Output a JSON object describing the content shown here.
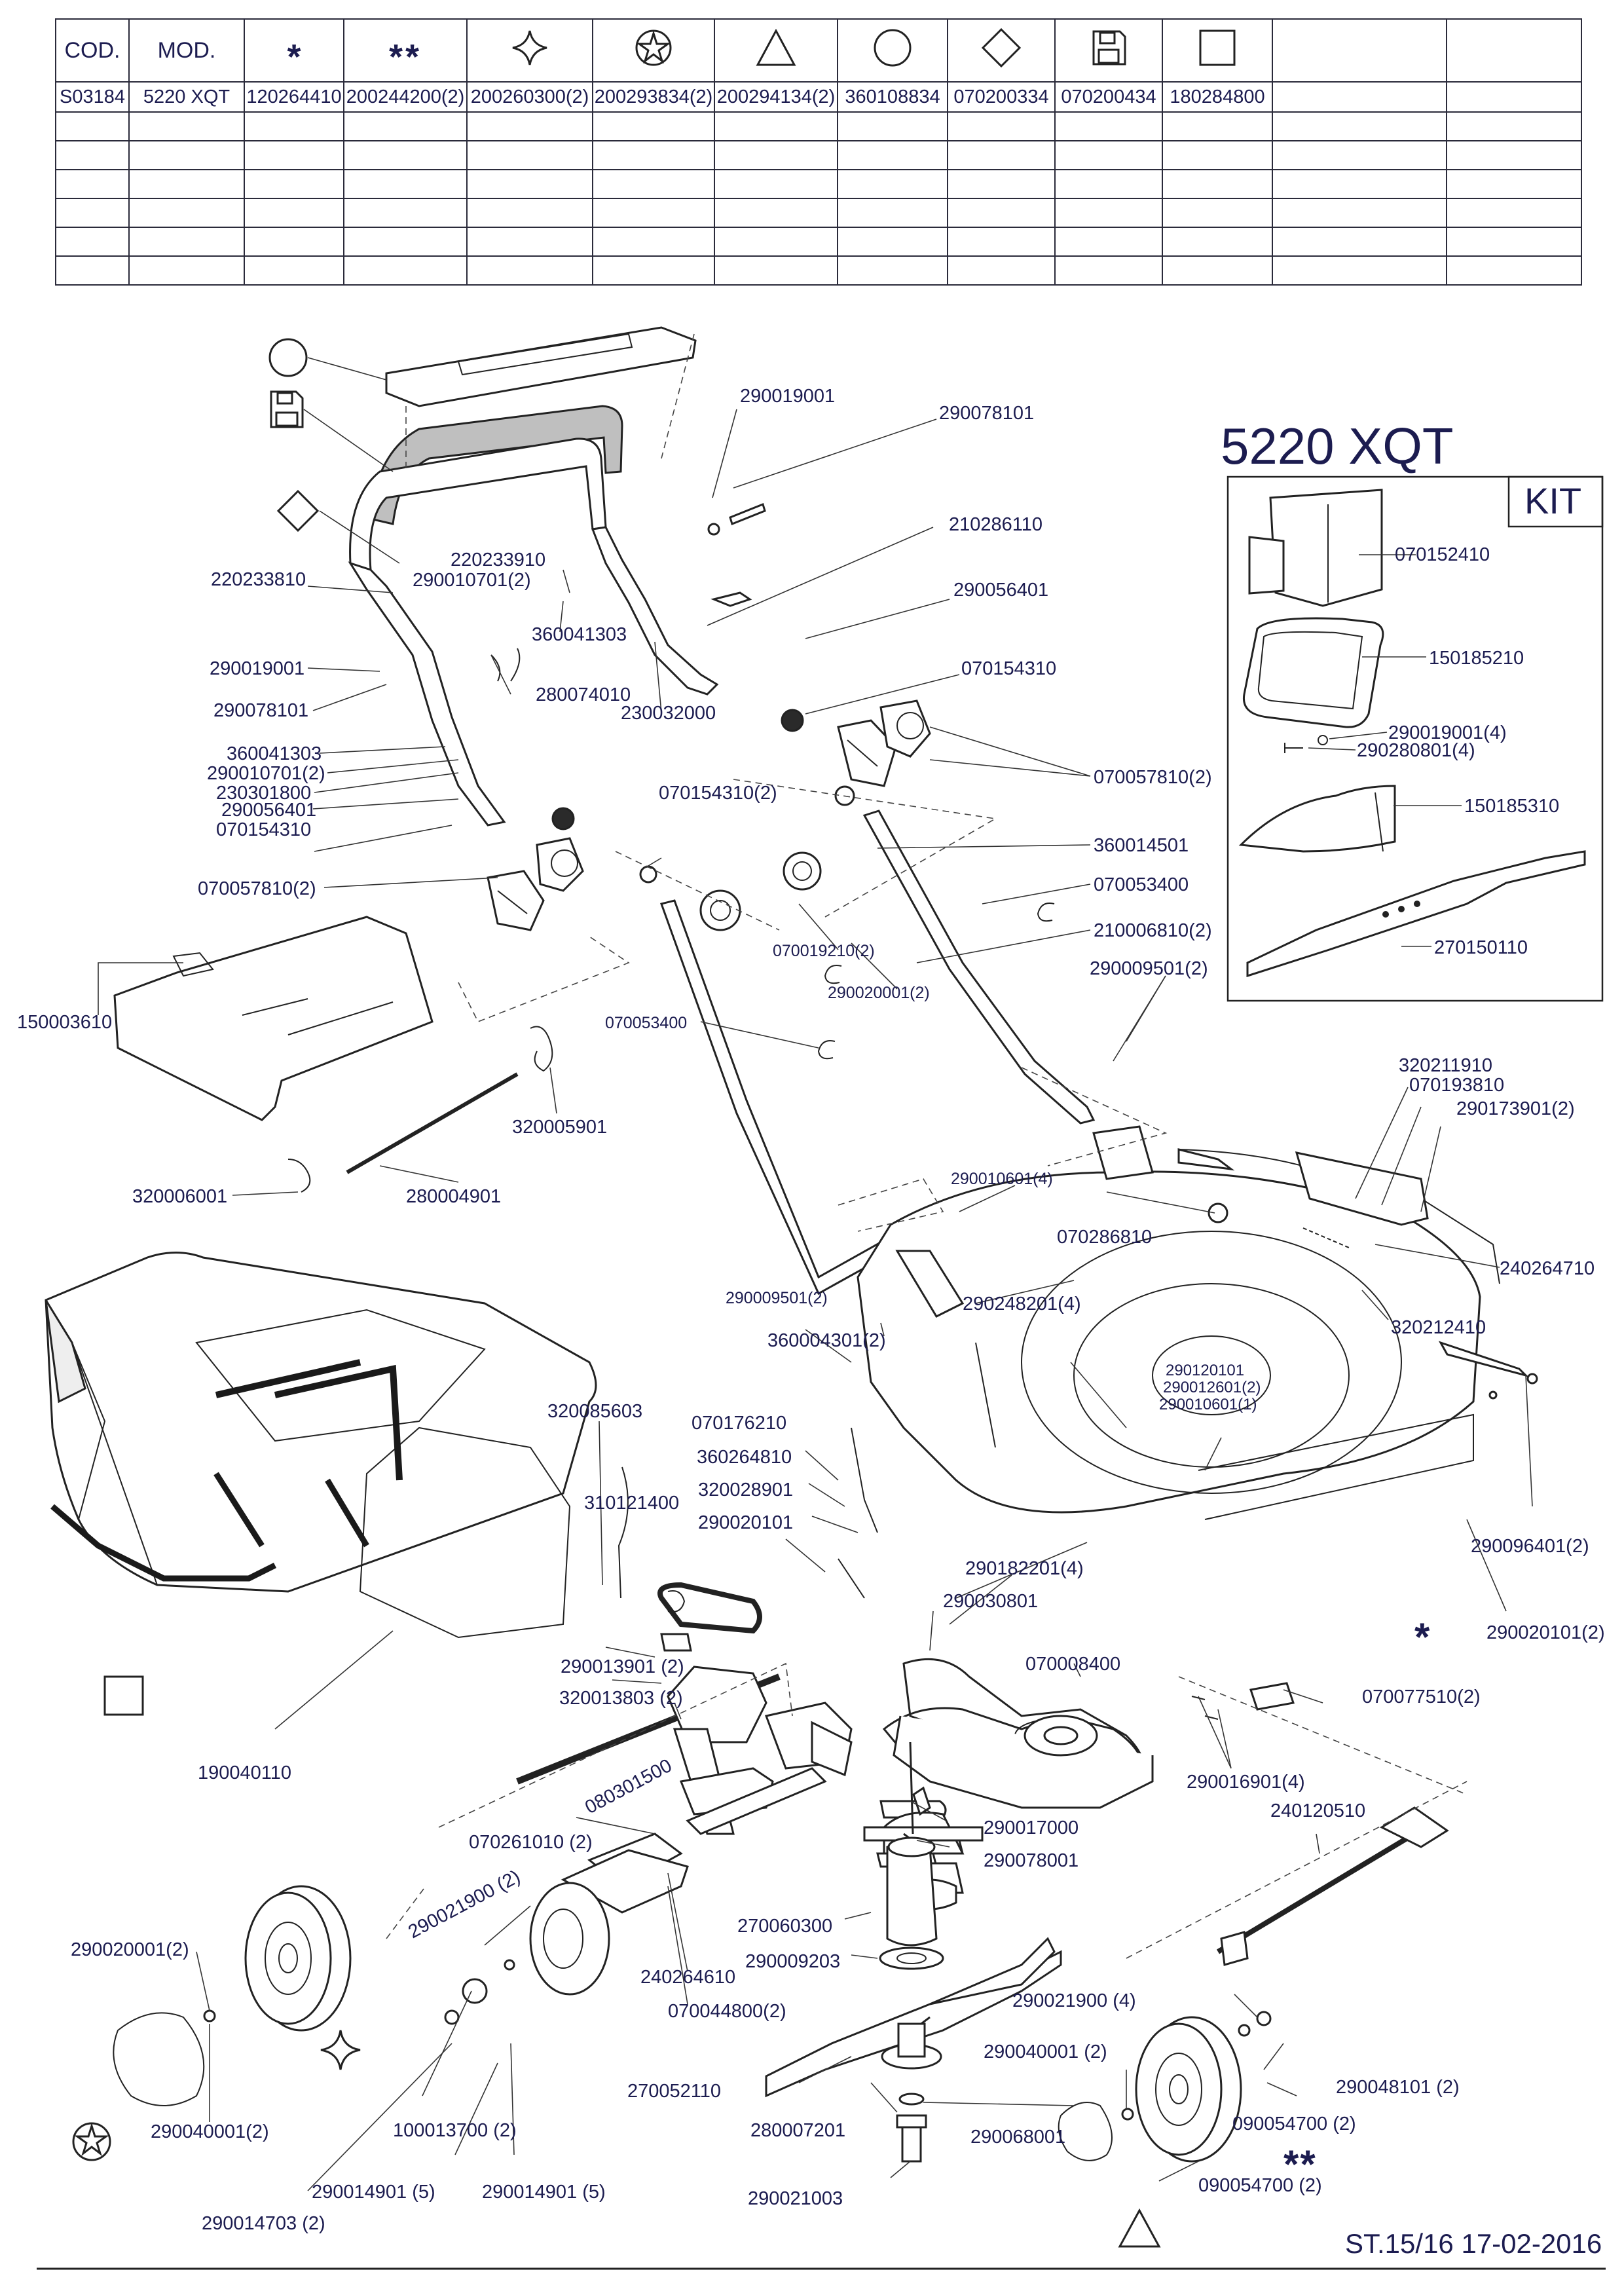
{
  "table": {
    "headers": [
      "COD.",
      "MOD.",
      "*",
      "**",
      "",
      "",
      "",
      "",
      "",
      "",
      "",
      "",
      ""
    ],
    "symbol_icons": [
      "asterisk-icon",
      "double-asterisk-icon",
      "four-point-star-icon",
      "star-in-circle-icon",
      "triangle-icon",
      "circle-icon",
      "diamond-icon",
      "floppy-disk-icon",
      "square-icon",
      "",
      ""
    ],
    "row1": [
      "S03184",
      "5220 XQT",
      "120264410",
      "200244200(2)",
      "200260300(2)",
      "200293834(2)",
      "200294134(2)",
      "360108834",
      "070200334",
      "070200434",
      "180284800",
      "",
      ""
    ]
  },
  "model_title": "5220 XQT",
  "kit": {
    "label": "KIT",
    "parts": [
      "070152410",
      "150185210",
      "290019001(4)",
      "290280801(4)",
      "150185310",
      "270150110"
    ]
  },
  "callouts": [
    "290019001",
    "290078101",
    "210286110",
    "290056401",
    "070154310",
    "220233910",
    "290010701(2)",
    "220233810",
    "360041303",
    "280074010",
    "230032000",
    "290019001",
    "290078101",
    "360041303",
    "290010701(2)",
    "230301800",
    "290056401",
    "070154310",
    "070057810(2)",
    "070154310(2)",
    "070057810(2)",
    "360014501",
    "070053400",
    "070019210(2)",
    "290020001(2)",
    "210006810(2)",
    "290009501(2)",
    "150003610",
    "070053400",
    "320005901",
    "320006001",
    "280004901",
    "320211910",
    "070193810",
    "290173901(2)",
    "290010601(4)",
    "070286810",
    "240264710",
    "290009501(2)",
    "290248201(4)",
    "360004301(2)",
    "320212410",
    "290120101",
    "290012601(2)",
    "290010601(1)",
    "320085603",
    "070176210",
    "360264810",
    "310121400",
    "320028901",
    "290020101",
    "290182201(4)",
    "290096401(2)",
    "290030801",
    "070008400",
    "290020101(2)",
    "290013901 (2)",
    "320013803 (2)",
    "070077510(2)",
    "080301500",
    "290016901(4)",
    "190040110",
    "240120510",
    "070261010 (2)",
    "290017000",
    "290078001",
    "290021900 (2)",
    "270060300",
    "290020001(2)",
    "290009203",
    "240264610",
    "070044800(2)",
    "290021900 (4)",
    "290040001 (2)",
    "290048101 (2)",
    "270052110",
    "290040001(2)",
    "100013700 (2)",
    "280007201",
    "290068001",
    "090054700 (2)",
    "290014901 (5)",
    "290014901 (5)",
    "290021003",
    "090054700 (2)",
    "290014703 (2)"
  ],
  "footer": "ST.15/16  17-02-2016"
}
